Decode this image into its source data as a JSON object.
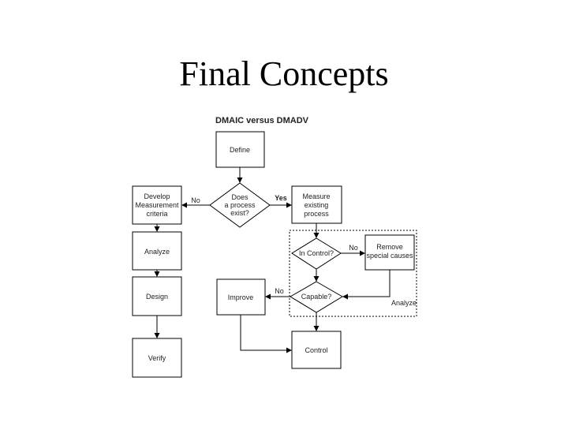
{
  "slide": {
    "title": "Final Concepts"
  },
  "diagram": {
    "header": "DMAIC  versus  DMADV",
    "nodes": {
      "define": "Define",
      "does_process_exist": [
        "Does",
        "a process",
        "exist?"
      ],
      "develop_criteria": [
        "Develop",
        "Measurement",
        "criteria"
      ],
      "measure_existing": [
        "Measure",
        "existing",
        "process"
      ],
      "analyze_left": "Analyze",
      "in_control": "In Control?",
      "remove_special": [
        "Remove",
        "special causes"
      ],
      "design": "Design",
      "improve": "Improve",
      "capable": "Capable?",
      "verify": "Verify",
      "control": "Control"
    },
    "edge_labels": {
      "no_left": "No",
      "yes": "Yes",
      "no_control": "No",
      "no_capable": "No"
    },
    "group_label": "Analyze"
  }
}
